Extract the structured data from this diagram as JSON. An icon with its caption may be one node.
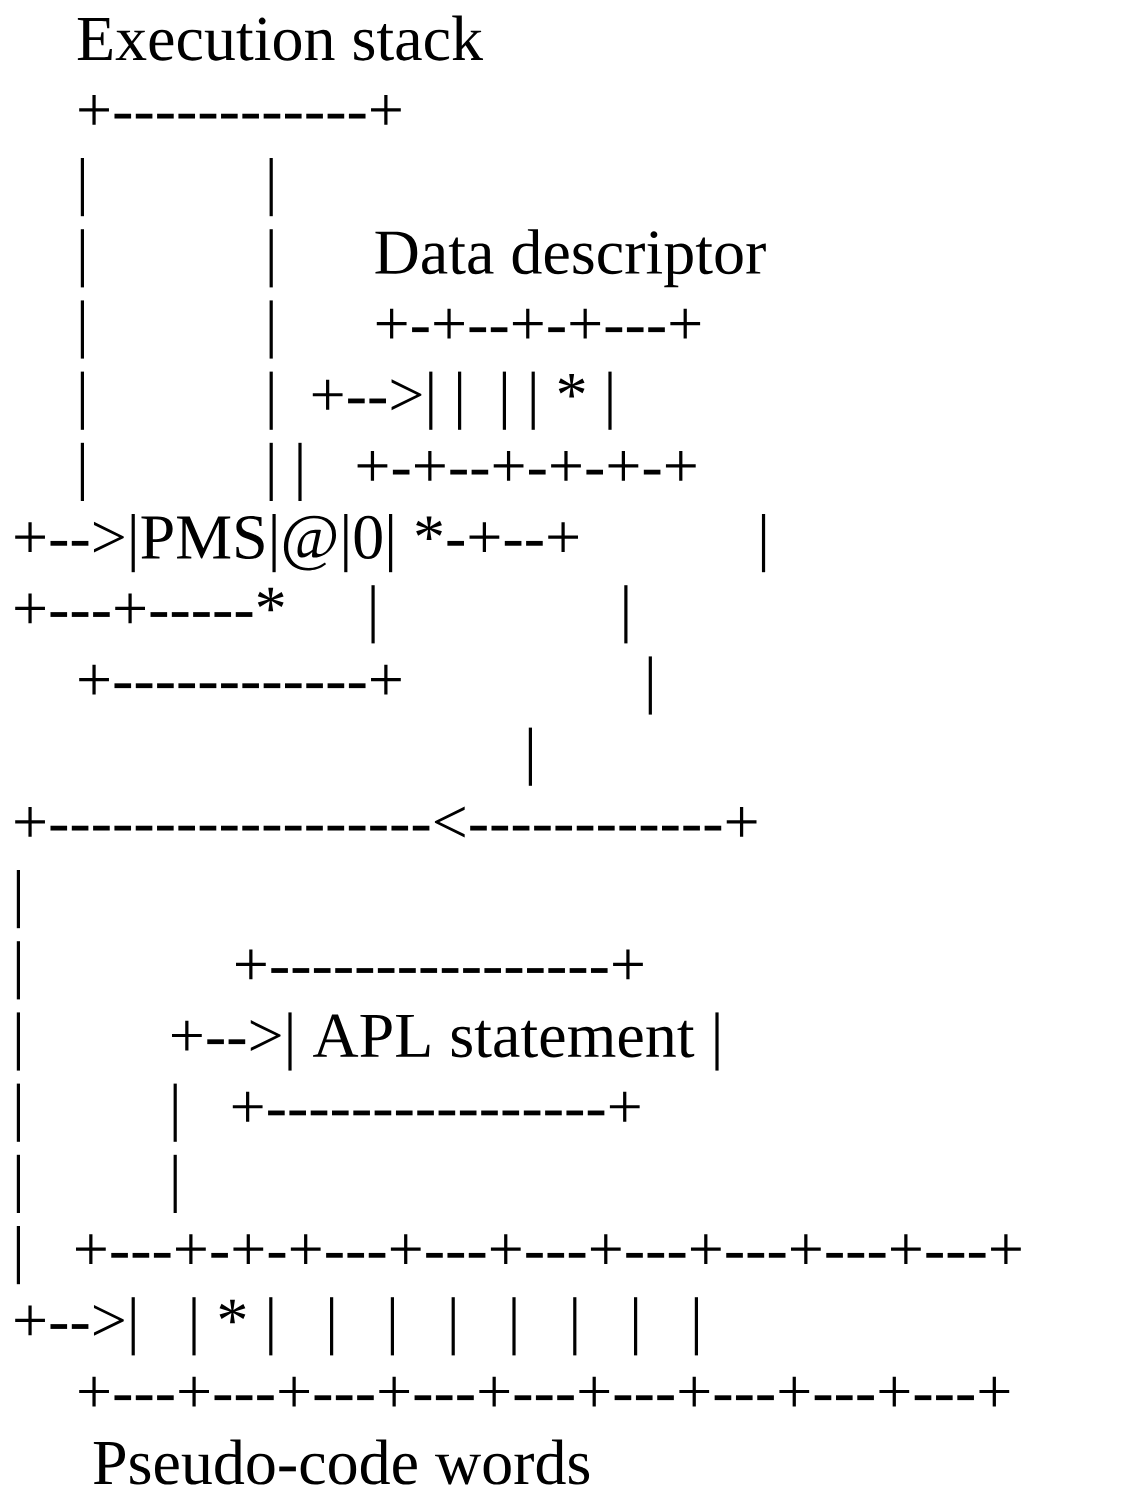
{
  "diagram": {
    "labels": [
      "    Execution stack",
      "    +------------+",
      "    |           |",
      "    |           |      Data descriptor",
      "    |           |      +-+--+-+---+",
      "    |           |  +-->| |  | | * |",
      "    |           | |   +-+--+-+-+-+",
      "+-->|PMS|@|0| *-+--+           |",
      "+---+-----*     |               |",
      "    +------------+               |",
      "                                |",
      "+------------------<------------+",
      "|",
      "|             +----------------+",
      "|         +-->| APL statement |",
      "|         |   +----------------+",
      "|         |",
      "|   +---+-+-+---+---+---+---+---+---+---+",
      "+-->|   | * |   |   |   |   |   |   |   |",
      "    +---+---+---+---+---+---+---+---+---+",
      "     Pseudo-code words"
    ]
  }
}
